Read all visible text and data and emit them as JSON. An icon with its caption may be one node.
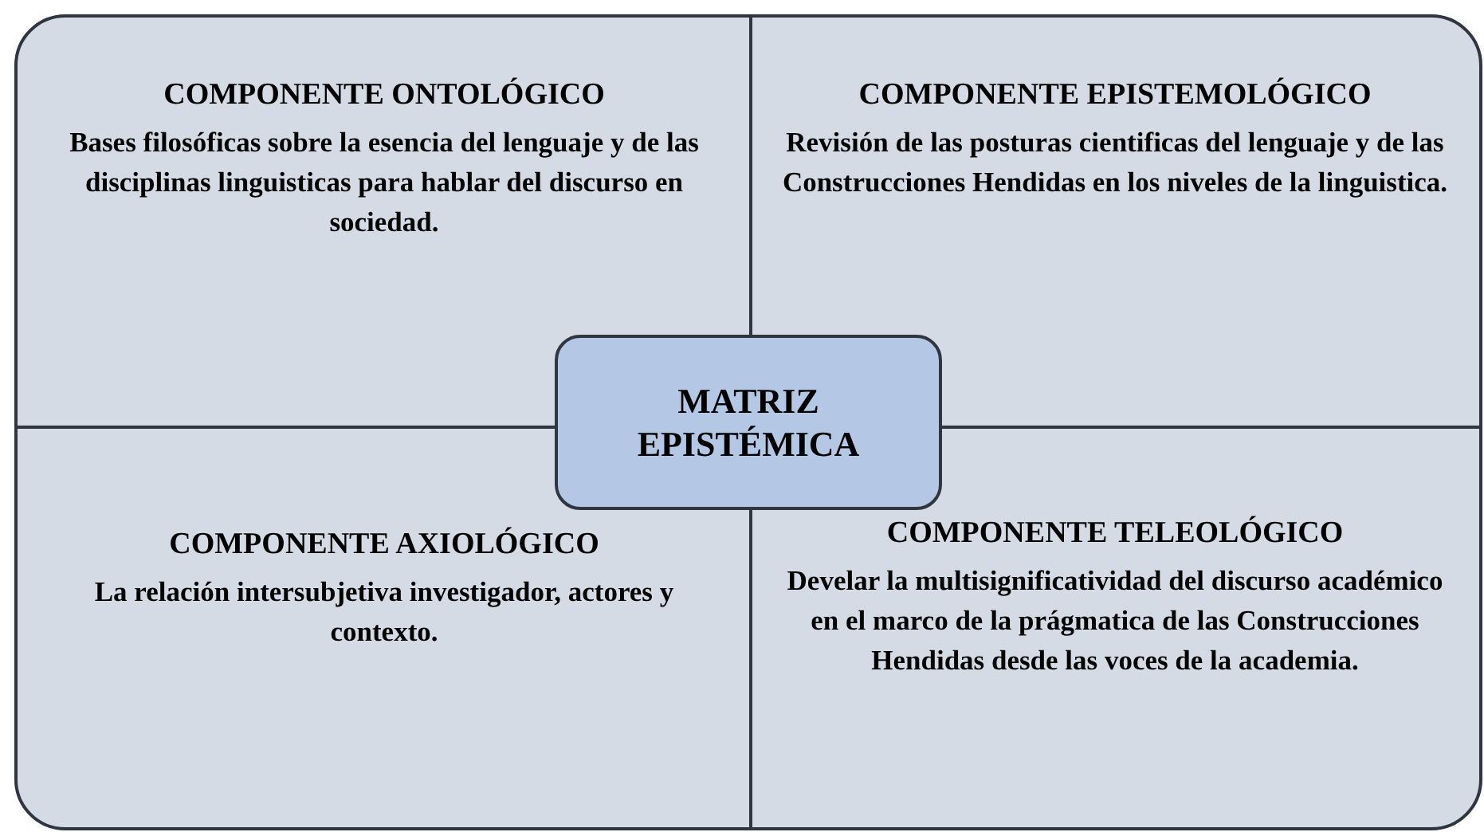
{
  "diagram": {
    "nodes": [
      {
        "text": [
          "COMPONENTE ONTOLÓGICO",
          "Bases filosóficas sobre la esencia del lenguaje y de las disciplinas linguisticas para hablar del discurso en sociedad."
        ]
      },
      {
        "text": [
          "COMPONENTE EPISTEMOLÓGICO",
          "Revisión de las posturas cientificas del lenguaje y de las Construcciones Hendidas en los niveles de la linguistica."
        ]
      },
      {
        "text": [
          "MATRIZ EPISTÉMICA"
        ]
      },
      {
        "text": [
          "COMPONENTE AXIOLÓGICO",
          "La relación intersubjetiva investigador, actores y contexto."
        ]
      },
      {
        "text": [
          "COMPONENTE TELEOLÓGICO",
          "Develar la multisignificatividad del discurso académico en el marco de la prágmatica de las Construcciones Hendidas desde las voces de la academia."
        ]
      }
    ],
    "edges": []
  }
}
